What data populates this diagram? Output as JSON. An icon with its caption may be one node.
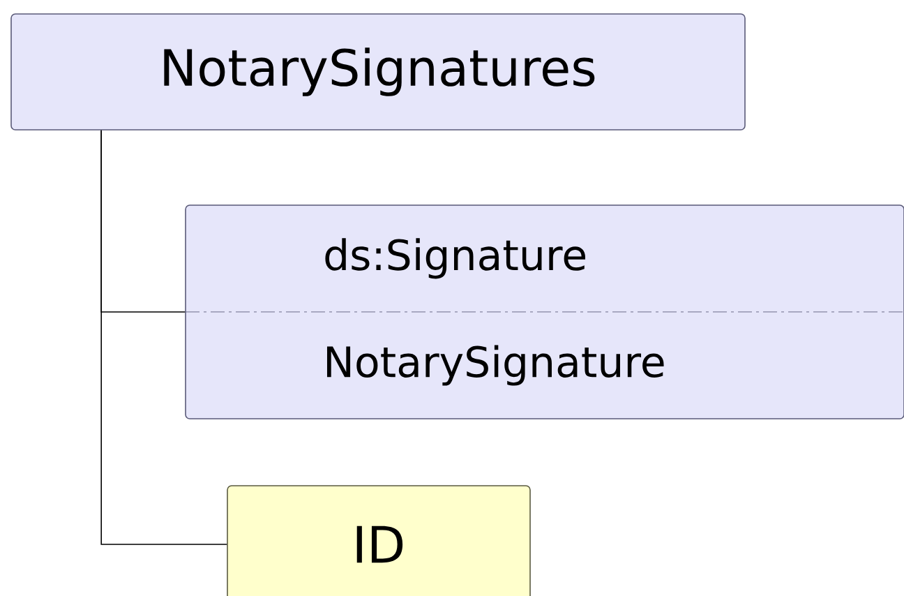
{
  "diagram": {
    "nodes": [
      {
        "text": [
          "NotarySignatures"
        ]
      },
      {
        "text": [
          "ds:Signature",
          "NotarySignature"
        ]
      },
      {
        "text": [
          "ID"
        ]
      }
    ],
    "edges": [
      {
        "from": 0,
        "to": 1,
        "arrow": "none"
      },
      {
        "from": 0,
        "to": 2,
        "arrow": "none"
      }
    ]
  }
}
